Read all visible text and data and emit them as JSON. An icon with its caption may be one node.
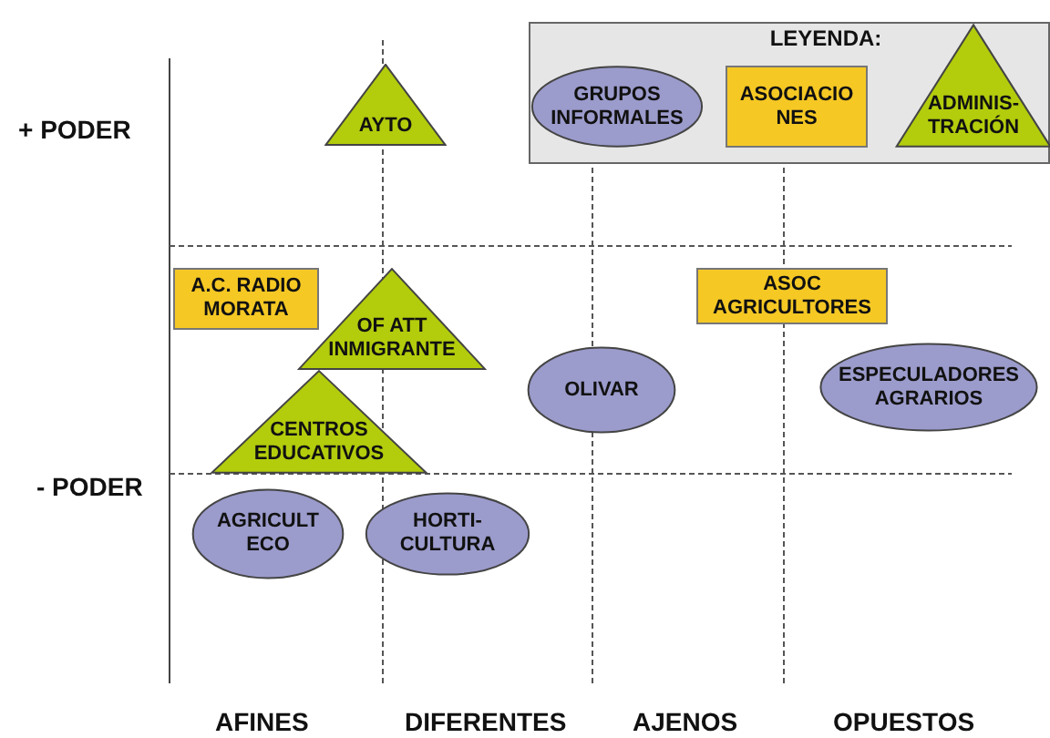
{
  "diagram": {
    "nodes": [
      {
        "text": [
          "AYTO"
        ]
      },
      {
        "text": [
          "LEYENDA:"
        ]
      },
      {
        "text": [
          "GRUPOS INFORMALES"
        ],
        "in": 1
      },
      {
        "text": [
          "ASOCIACIO NES"
        ],
        "in": 1
      },
      {
        "text": [
          "ADMINIS- TRACIÓN"
        ],
        "in": 1
      },
      {
        "text": [
          "A.C. RADIO MORATA"
        ]
      },
      {
        "text": [
          "ASOC AGRICULTORES"
        ]
      },
      {
        "text": [
          "OF ATT INMIGRANTE"
        ]
      },
      {
        "text": [
          "OLIVAR"
        ]
      },
      {
        "text": [
          "ESPECULADORES AGRARIOS"
        ]
      },
      {
        "text": [
          "CENTROS EDUCATIVOS"
        ]
      },
      {
        "text": [
          "AGRICULT ECO"
        ]
      },
      {
        "text": [
          "HORTI- CULTURA"
        ]
      }
    ],
    "labels": [
      "+ PODER",
      "- PODER",
      "AFINES",
      "DIFERENTES",
      "AJENOS",
      "OPUESTOS"
    ]
  }
}
